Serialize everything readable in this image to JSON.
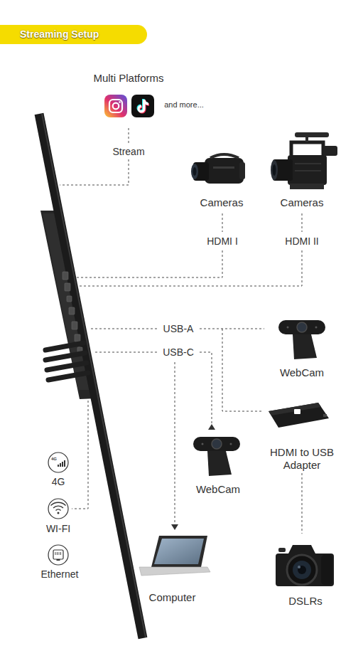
{
  "diagram": {
    "title": "Streaming Setup",
    "nodes": [
      {
        "text": [
          "Cameras"
        ]
      },
      {
        "text": [
          "Cameras"
        ]
      },
      {
        "text": [
          "WebCam"
        ]
      },
      {
        "text": [
          "HDMI to USB Adapter"
        ]
      },
      {
        "text": [
          "WebCam"
        ]
      },
      {
        "text": [
          "Computer"
        ]
      },
      {
        "text": [
          "DSLRs"
        ]
      }
    ],
    "edges": [
      {
        "from": 3,
        "to": 6,
        "arrow": "none"
      }
    ],
    "labels": [
      "Multi Platforms",
      "and more...",
      "Stream",
      "HDMI I",
      "HDMI II",
      "USB-A",
      "USB-C",
      "4G",
      "4G",
      "WI-FI",
      "Ethernet"
    ]
  }
}
